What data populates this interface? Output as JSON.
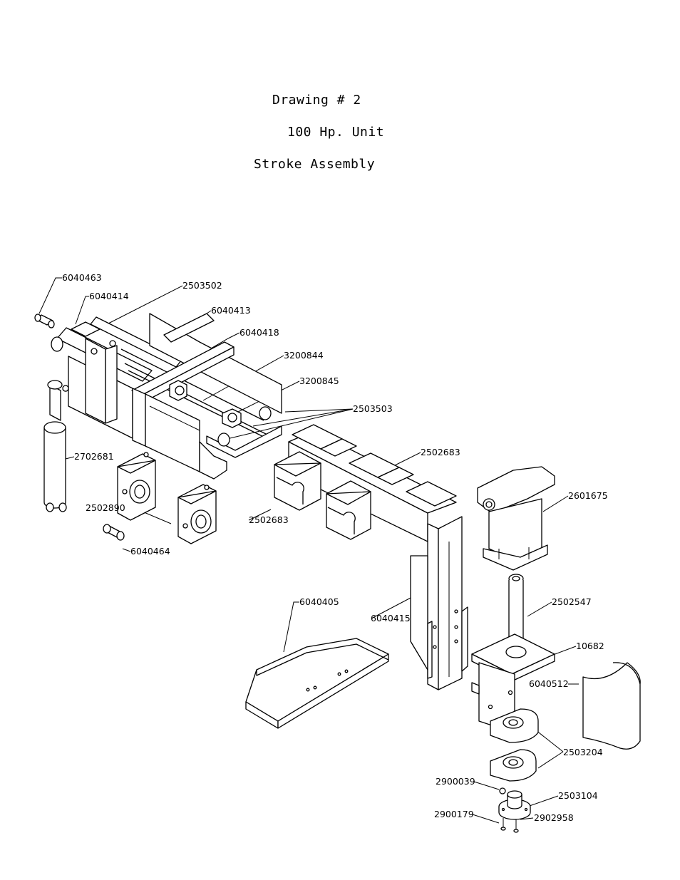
{
  "title": {
    "line1": "Drawing # 2",
    "line2": "100 Hp. Unit",
    "line3": "Stroke Assembly"
  },
  "parts": {
    "p6040463": "6040463",
    "p6040414": "6040414",
    "p2503502": "2503502",
    "p6040413": "6040413",
    "p6040418": "6040418",
    "p3200844": "3200844",
    "p3200845": "3200845",
    "p2503503": "2503503",
    "p2502683a": "2502683",
    "p2502683b": "2502683",
    "p2702681": "2702681",
    "p2502890": "2502890",
    "p6040464": "6040464",
    "p2601675": "2601675",
    "p2502547": "2502547",
    "p6040405": "6040405",
    "p6040415": "6040415",
    "p10682": "10682",
    "p6040512": "6040512",
    "p2503204": "2503204",
    "p2900039": "2900039",
    "p2503104": "2503104",
    "p2900179": "2900179",
    "p2902958": "2902958"
  }
}
